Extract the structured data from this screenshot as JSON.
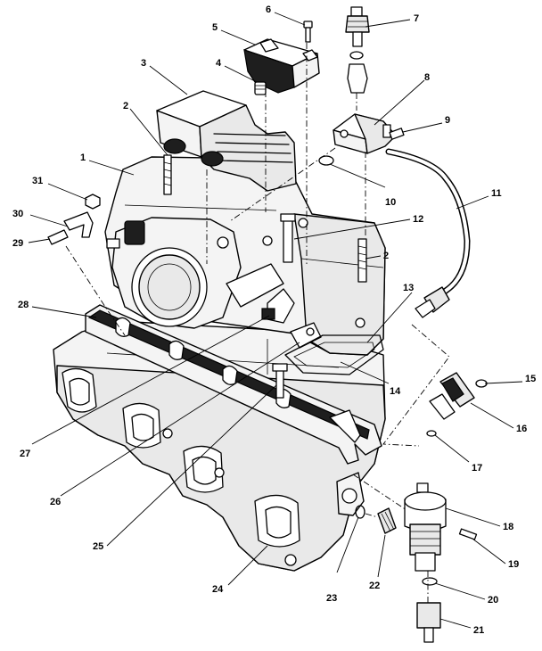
{
  "callouts": [
    {
      "id": "1",
      "label": "1"
    },
    {
      "id": "2a",
      "label": "2"
    },
    {
      "id": "2b",
      "label": "2"
    },
    {
      "id": "3",
      "label": "3"
    },
    {
      "id": "4",
      "label": "4"
    },
    {
      "id": "5",
      "label": "5"
    },
    {
      "id": "6",
      "label": "6"
    },
    {
      "id": "7",
      "label": "7"
    },
    {
      "id": "8",
      "label": "8"
    },
    {
      "id": "9",
      "label": "9"
    },
    {
      "id": "10",
      "label": "10"
    },
    {
      "id": "11",
      "label": "11"
    },
    {
      "id": "12",
      "label": "12"
    },
    {
      "id": "13",
      "label": "13"
    },
    {
      "id": "14",
      "label": "14"
    },
    {
      "id": "15",
      "label": "15"
    },
    {
      "id": "16",
      "label": "16"
    },
    {
      "id": "17",
      "label": "17"
    },
    {
      "id": "18",
      "label": "18"
    },
    {
      "id": "19",
      "label": "19"
    },
    {
      "id": "20",
      "label": "20"
    },
    {
      "id": "21",
      "label": "21"
    },
    {
      "id": "22",
      "label": "22"
    },
    {
      "id": "23",
      "label": "23"
    },
    {
      "id": "24",
      "label": "24"
    },
    {
      "id": "25",
      "label": "25"
    },
    {
      "id": "26",
      "label": "26"
    },
    {
      "id": "27",
      "label": "27"
    },
    {
      "id": "28",
      "label": "28"
    },
    {
      "id": "29",
      "label": "29"
    },
    {
      "id": "30",
      "label": "30"
    },
    {
      "id": "31",
      "label": "31"
    }
  ]
}
